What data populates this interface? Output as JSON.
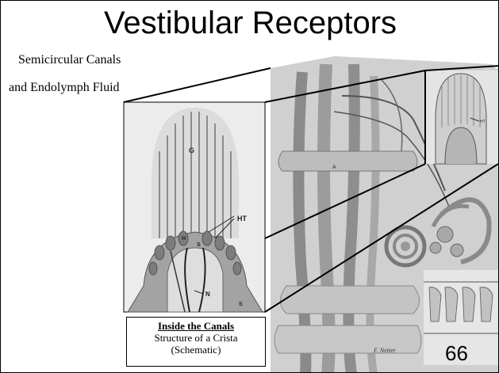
{
  "slide": {
    "title": "Vestibular Receptors",
    "subtitle_line1": "Semicircular Canals",
    "subtitle_line2": "and Endolymph Fluid",
    "caption": {
      "heading": "Inside the Canals",
      "line1": "Structure of a Crista",
      "line2": "(Schematic)"
    },
    "page_number": "66"
  },
  "figure_labels": {
    "gelatinous": "G",
    "hair_tufts": "HT",
    "hair_cell": "H",
    "supporting": "S",
    "nerve": "N",
    "crista_a": "A",
    "signature": "F. Netter"
  },
  "colors": {
    "line": "#000000",
    "art_bg": "#d4d4d4",
    "inset_bg": "#e8e8e8",
    "tissue": "#9a9a9a"
  }
}
